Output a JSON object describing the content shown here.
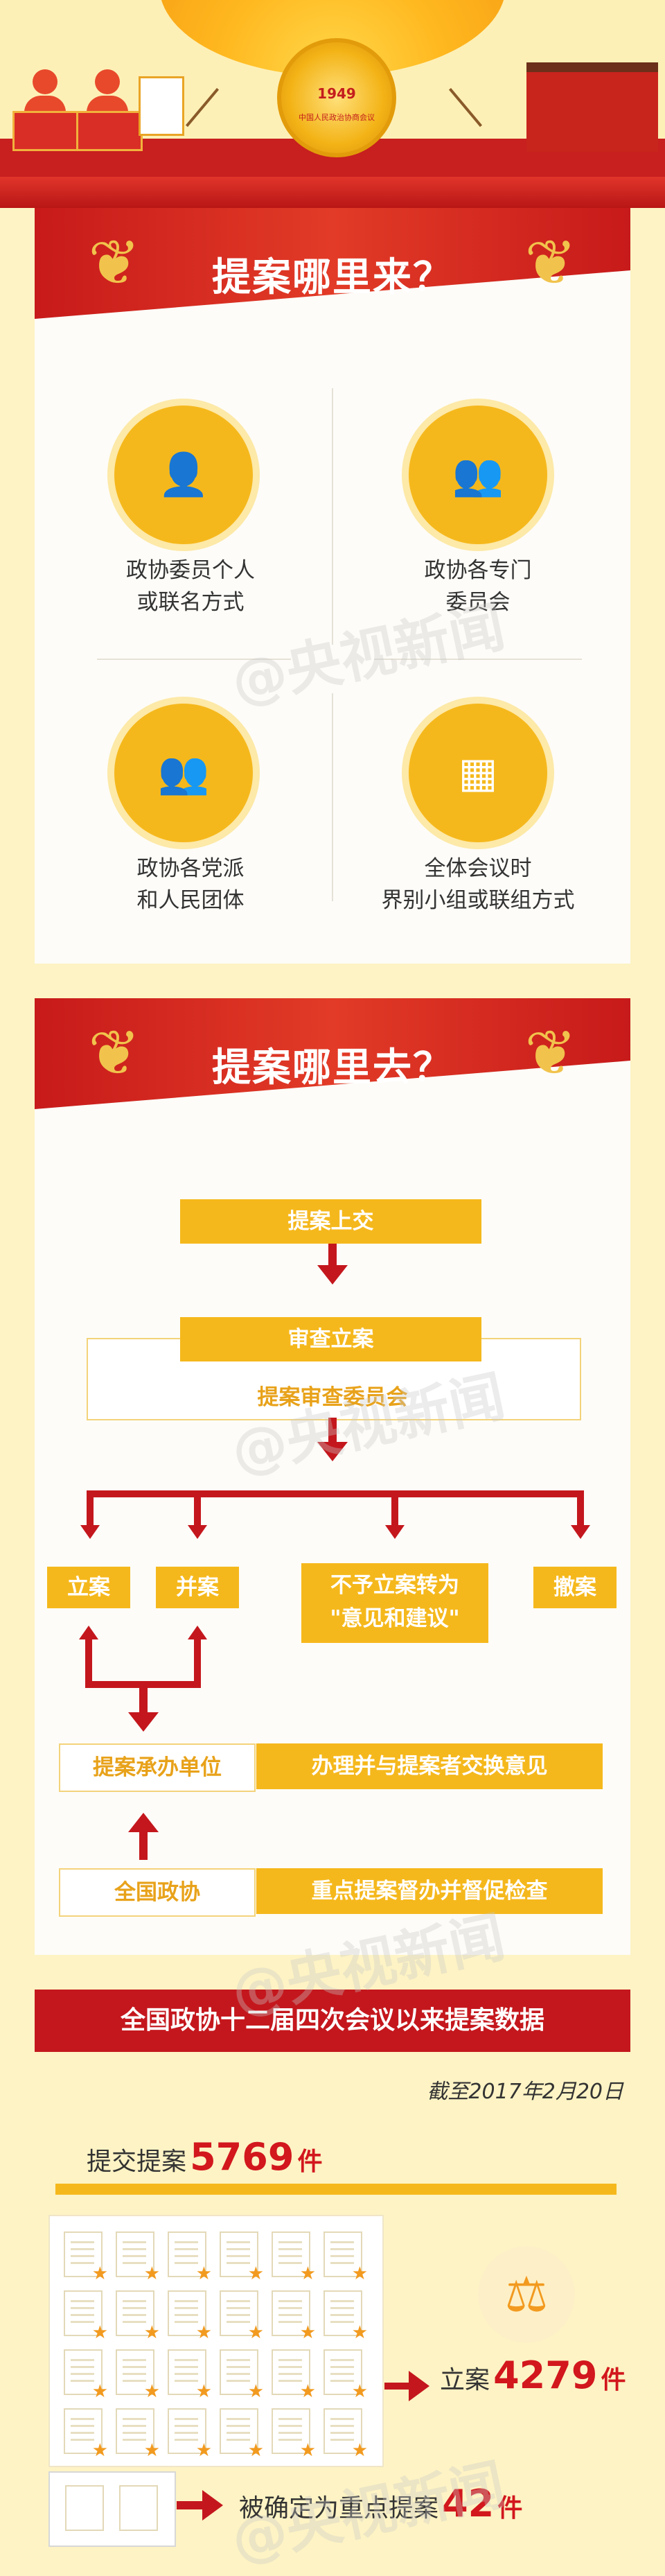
{
  "header": {
    "emblem_year": "1949",
    "emblem_caption": "中国人民政治协商会议"
  },
  "section1": {
    "title": "提案哪里来？",
    "items": [
      {
        "label_line1": "政协委员个人",
        "label_line2": "或联名方式",
        "icon": "person-icon"
      },
      {
        "label_line1": "政协各专门",
        "label_line2": "委员会",
        "icon": "group-icon"
      },
      {
        "label_line1": "政协各党派",
        "label_line2": "和人民团体",
        "icon": "parties-icon"
      },
      {
        "label_line1": "全体会议时",
        "label_line2": "界别小组或联组方式",
        "icon": "meeting-icon"
      }
    ]
  },
  "section2": {
    "title": "提案哪里去？",
    "flow": {
      "submit": "提案上交",
      "review": "审查立案",
      "committee": "提案审查委员会",
      "branches": {
        "accept": "立案",
        "merge": "并案",
        "not_accept_line1": "不予立案转为",
        "not_accept_line2": "\"意见和建议\"",
        "withdraw": "撤案"
      },
      "handling_unit": "提案承办单位",
      "handling_action": "办理并与提案者交换意见",
      "national_cppcc": "全国政协",
      "supervision": "重点提案督办并督促检查"
    }
  },
  "section3": {
    "title": "全国政协十二届四次会议以来提案数据",
    "as_of": "截至2017年2月20日",
    "submitted_label": "提交提案",
    "submitted_value": "5769",
    "accepted_label": "立案",
    "accepted_value": "4279",
    "key_label": "被确定为重点提案",
    "key_value": "42",
    "unit": "件"
  },
  "watermark": "@央视新闻",
  "colors": {
    "brand_red": "#c4171d",
    "accent_yellow": "#f5b81c",
    "background": "#fdf3c4"
  }
}
